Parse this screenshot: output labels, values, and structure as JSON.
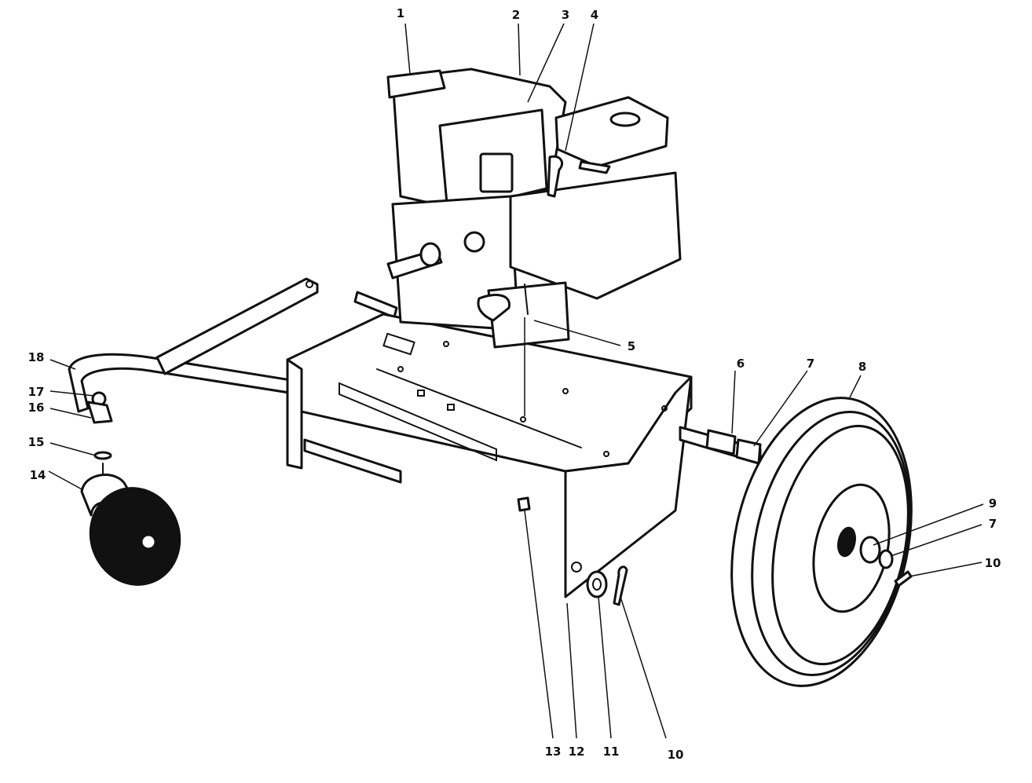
{
  "callouts": [
    {
      "id": "c1",
      "text": "1"
    },
    {
      "id": "c2",
      "text": "2"
    },
    {
      "id": "c3",
      "text": "3"
    },
    {
      "id": "c4",
      "text": "4"
    },
    {
      "id": "c5",
      "text": "5"
    },
    {
      "id": "c6",
      "text": "6"
    },
    {
      "id": "c7a",
      "text": "7"
    },
    {
      "id": "c8",
      "text": "8"
    },
    {
      "id": "c9",
      "text": "9"
    },
    {
      "id": "c7b",
      "text": "7"
    },
    {
      "id": "c10a",
      "text": "10"
    },
    {
      "id": "c10b",
      "text": "10"
    },
    {
      "id": "c11",
      "text": "11"
    },
    {
      "id": "c12",
      "text": "12"
    },
    {
      "id": "c13",
      "text": "13"
    },
    {
      "id": "c14",
      "text": "14"
    },
    {
      "id": "c15",
      "text": "15"
    },
    {
      "id": "c16",
      "text": "16"
    },
    {
      "id": "c17",
      "text": "17"
    },
    {
      "id": "c18",
      "text": "18"
    }
  ]
}
